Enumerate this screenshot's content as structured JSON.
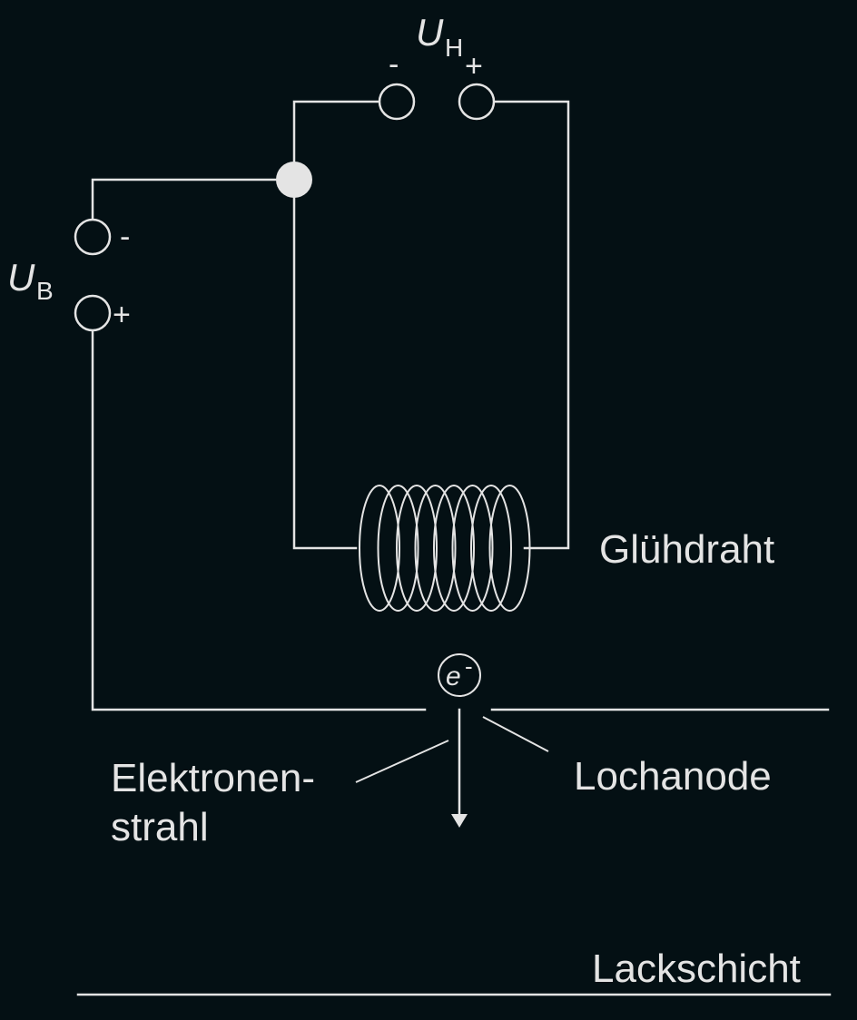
{
  "labels": {
    "voltage_heater": {
      "symbol": "U",
      "subscript": "H",
      "minus": "-",
      "plus": "+"
    },
    "voltage_beam": {
      "symbol": "U",
      "subscript": "B",
      "minus": "-",
      "plus": "+"
    },
    "filament": "Glühdraht",
    "electron_symbol": "e",
    "electron_charge": "-",
    "beam_line1": "Elektronen-",
    "beam_line2": "strahl",
    "anode": "Lochanode",
    "coating": "Lackschicht"
  },
  "colors": {
    "background": "#041014",
    "foreground": "#e4e4e4"
  }
}
